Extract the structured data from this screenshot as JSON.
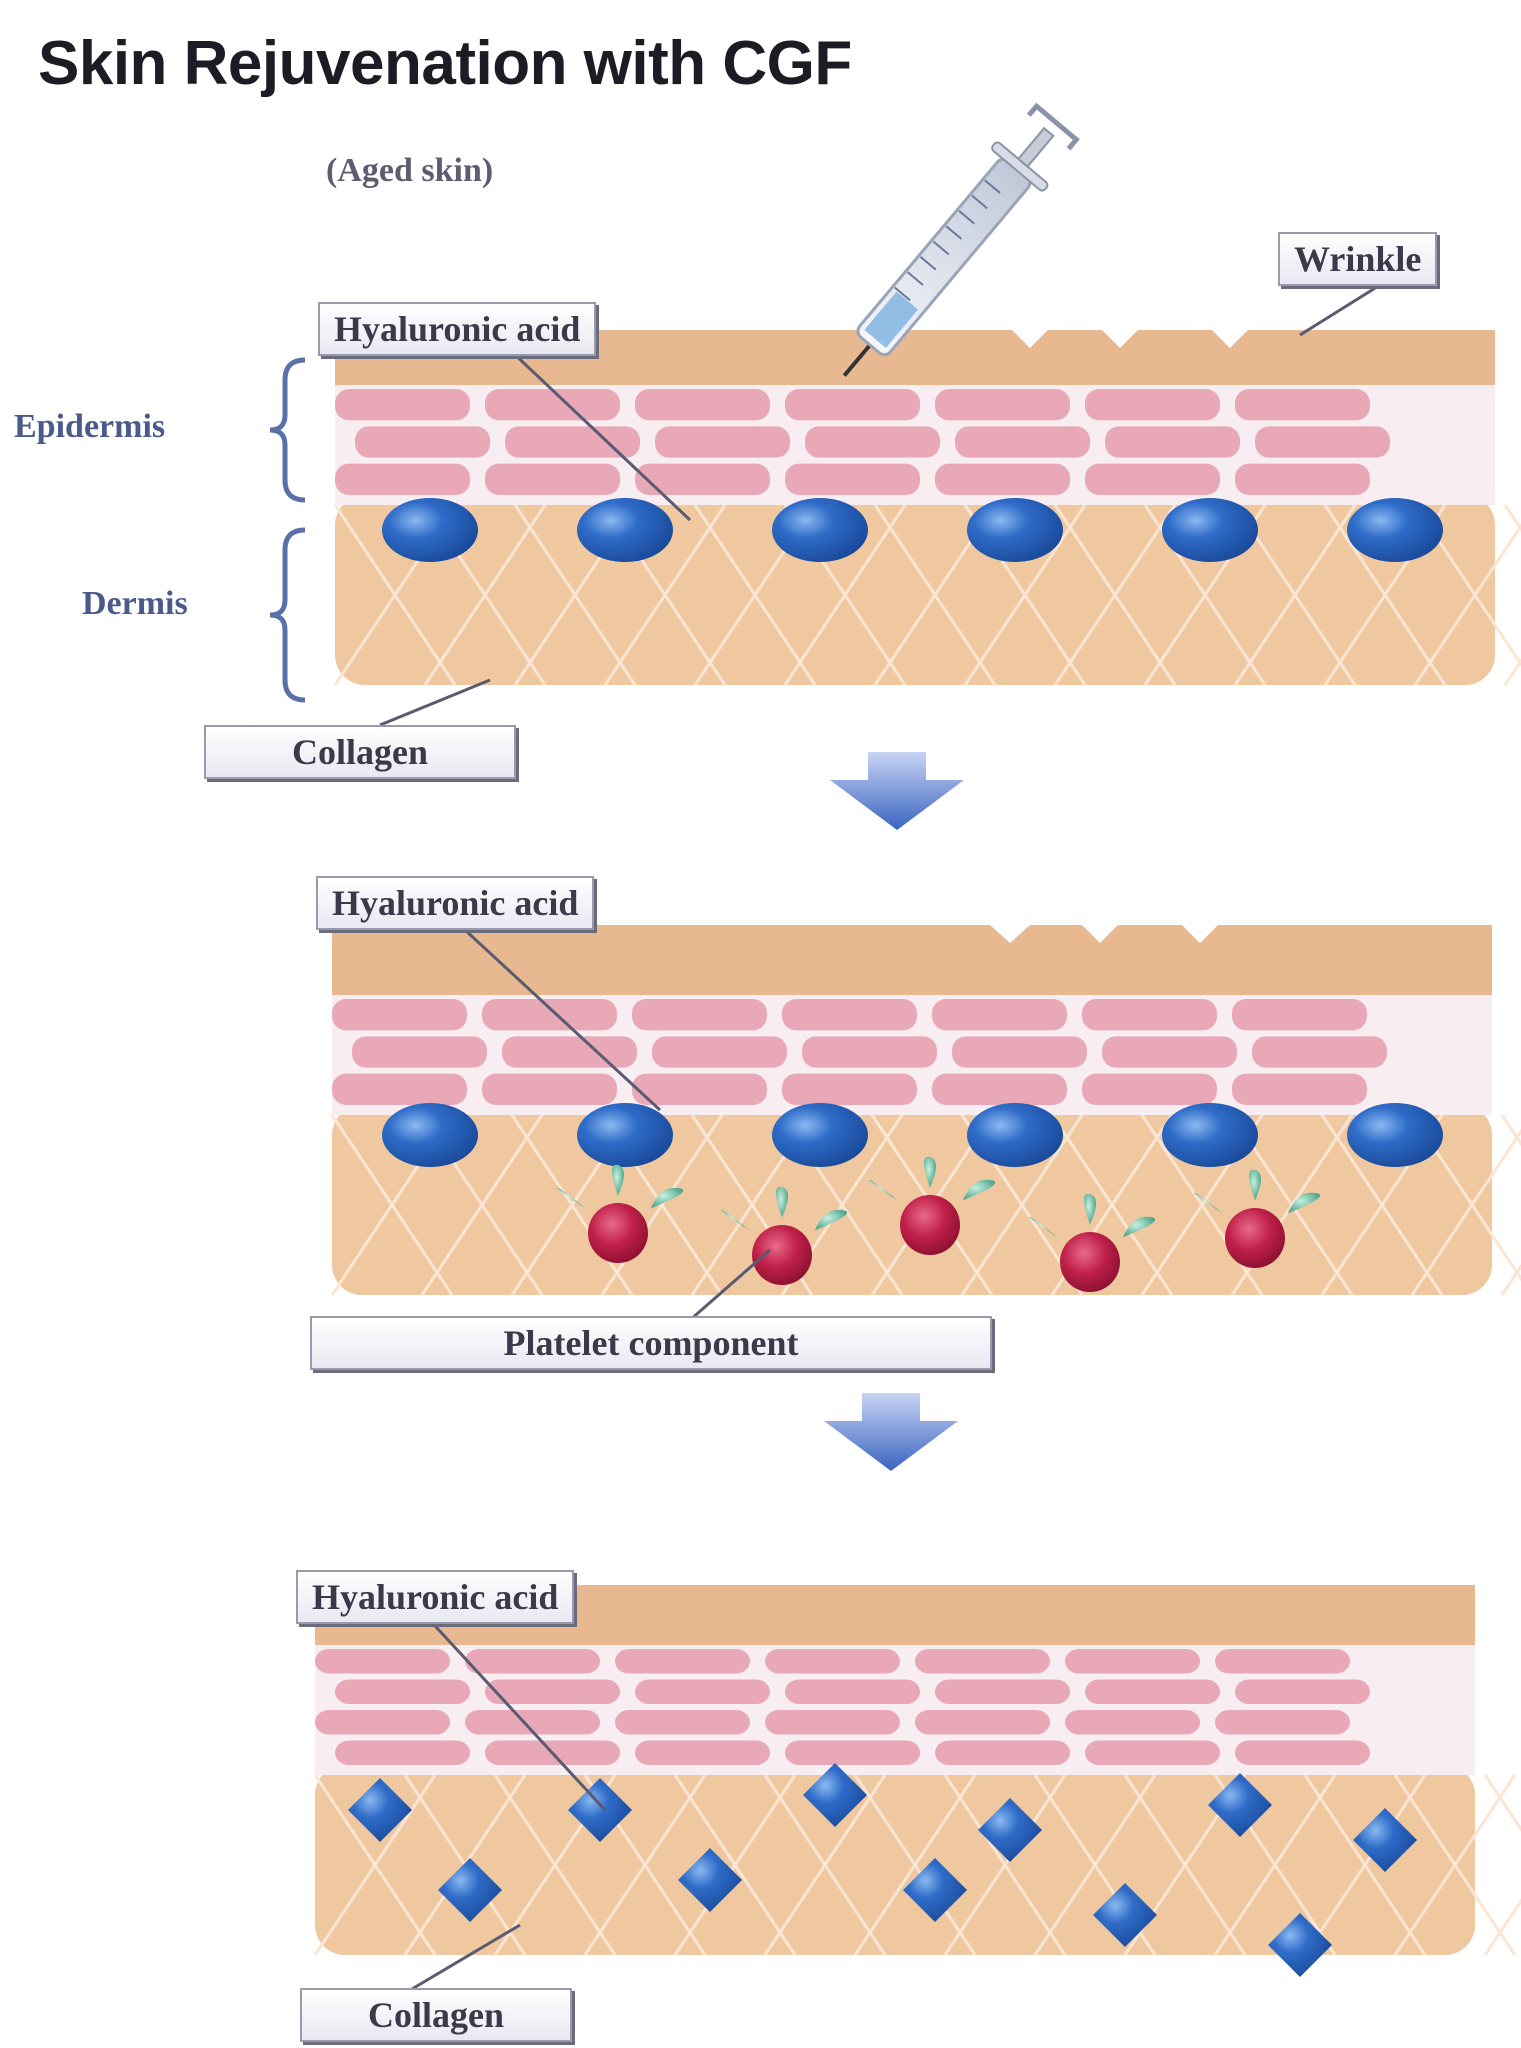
{
  "title": "Skin Rejuvenation with CGF",
  "subtitle": "(Aged skin)",
  "side_labels": {
    "epidermis": "Epidermis",
    "dermis": "Dermis"
  },
  "panels": [
    {
      "stage": "aged",
      "labels": {
        "hyaluronic": "Hyaluronic acid",
        "wrinkle": "Wrinkle",
        "collagen": "Collagen"
      }
    },
    {
      "stage": "treated",
      "labels": {
        "hyaluronic": "Hyaluronic acid",
        "platelet": "Platelet component"
      }
    },
    {
      "stage": "rejuvenated",
      "labels": {
        "hyaluronic": "Hyaluronic acid",
        "collagen": "Collagen"
      }
    }
  ],
  "colors": {
    "stratum": "#e8b890",
    "epidermis": "#e8a8b8",
    "dermis": "#f0c8a0",
    "hyaluronic": "#2a5fb8",
    "platelet": "#c0204a",
    "growth_factor": "#58b8a0",
    "arrow": "#4a78d0",
    "label_text": "#3a3a4a"
  }
}
